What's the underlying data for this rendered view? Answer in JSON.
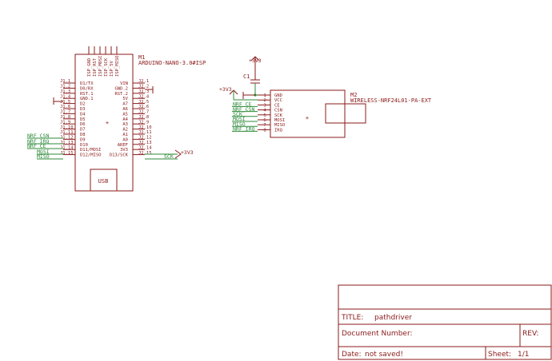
{
  "arduino": {
    "name": "M1",
    "value": "ARDUINO-NANO-3.0#ISP",
    "usb": "USB",
    "top_pins": [
      "ISP_GND",
      "ISP_RST",
      "ISP_MOSI",
      "ISP_SCK",
      "ISP_5V",
      "ISP_MISO"
    ],
    "left_pins": [
      "D1/TX",
      "D0/RX",
      "RST.1",
      "GND.1",
      "D2",
      "D3",
      "D4",
      "D5",
      "D6",
      "D7",
      "D8",
      "D9",
      "D10",
      "D11/MOSI",
      "D12/MISO"
    ],
    "left_jp": [
      "J1.1",
      "J1.2",
      "J1.3",
      "J1.4",
      "J1.5",
      "J1.6",
      "J1.7",
      "J1.8",
      "J1.9",
      "J1.10",
      "J1.11",
      "J1.12",
      "J1.13",
      "J1.14",
      "J1.15"
    ],
    "right_pins": [
      "VIN",
      "GND.2",
      "RST.2",
      "5V",
      "A7",
      "A6",
      "A5",
      "A4",
      "A3",
      "A2",
      "A1",
      "A0",
      "AREF",
      "3V3",
      "D13/SCK"
    ],
    "right_jp": [
      "J2.1",
      "J2.2",
      "J2.3",
      "J2.4",
      "J2.5",
      "J2.6",
      "J2.7",
      "J2.8",
      "J2.9",
      "J2.10",
      "J2.11",
      "J2.12",
      "J2.13",
      "J2.14",
      "J2.15"
    ]
  },
  "nets_left": [
    "NRF_CSN",
    "NRF_IRQ",
    "NRF_CE",
    "MOSI",
    "MISO"
  ],
  "net_right": "SCK",
  "supply_right": "+3V3",
  "cap": {
    "name": "C1",
    "supply": "+3V3"
  },
  "nrf": {
    "name": "M2",
    "value": "WIRELESS-NRF24L01-PA-EXT",
    "pins": [
      "GND",
      "VCC",
      "CE",
      "CSN",
      "SCK",
      "MOSI",
      "MISO",
      "IRQ"
    ],
    "nums": [
      "1",
      "2",
      "3",
      "4",
      "5",
      "6",
      "7",
      "8"
    ],
    "nets": [
      "",
      "",
      "NRF_CE",
      "NRF_CSN",
      "SCK",
      "MOSI",
      "MISO",
      "NRF_IRQ"
    ],
    "supply": "+3V3"
  },
  "titleblock": {
    "title_label": "TITLE:",
    "title": "pathdriver",
    "doc_label": "Document Number:",
    "rev_label": "REV:",
    "date_label": "Date:",
    "date": "not saved!",
    "sheet_label": "Sheet:",
    "sheet": "1/1"
  }
}
